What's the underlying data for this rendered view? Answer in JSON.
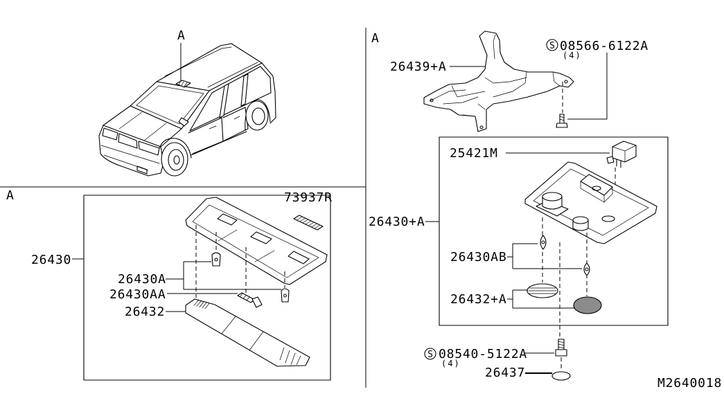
{
  "diagram_code": "M2640018",
  "screw_symbol": "S",
  "vehicle_view": {
    "callout": "A"
  },
  "left_view": {
    "view_label": "A",
    "callouts": {
      "assembly": "26430",
      "part_73937r": "73937R",
      "part_26430a": "26430A",
      "part_26430aa": "26430AA",
      "part_26432": "26432"
    }
  },
  "right_view": {
    "view_label": "A",
    "callouts": {
      "part_26439": "26439+A",
      "screw_upper": "08566-6122A",
      "screw_upper_qty": "(4)",
      "part_25421m": "25421M",
      "assembly": "26430+A",
      "part_26430ab": "26430AB",
      "part_26432": "26432+A",
      "screw_lower": "08540-5122A",
      "screw_lower_qty": "(4)",
      "part_26437": "26437"
    }
  }
}
